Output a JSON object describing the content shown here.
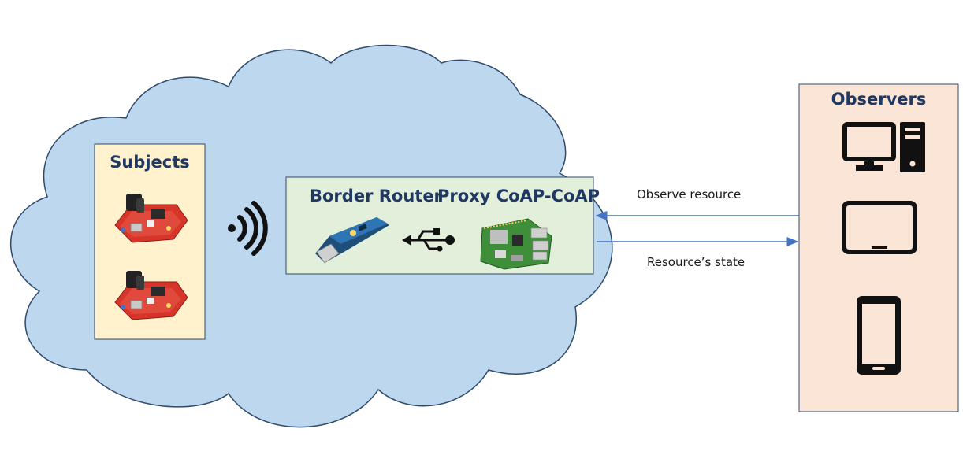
{
  "subjects": {
    "title": "Subjects",
    "device_count": 2
  },
  "gateway": {
    "border_router_label": "Border Router",
    "proxy_label": "Proxy CoAP-CoAP"
  },
  "links": {
    "request_label": "Observe resource",
    "response_label": "Resource’s state"
  },
  "observers": {
    "title": "Observers",
    "devices": [
      "desktop-computer-icon",
      "tablet-icon",
      "smartphone-icon"
    ]
  },
  "colors": {
    "cloud_fill": "#bdd7ee",
    "cloud_stroke": "#2f4a6b",
    "subjects_fill": "#fff2cc",
    "gateway_fill": "#e2efda",
    "observers_fill": "#fbe5d6",
    "arrow": "#4472c4",
    "title_text": "#1f3864"
  }
}
